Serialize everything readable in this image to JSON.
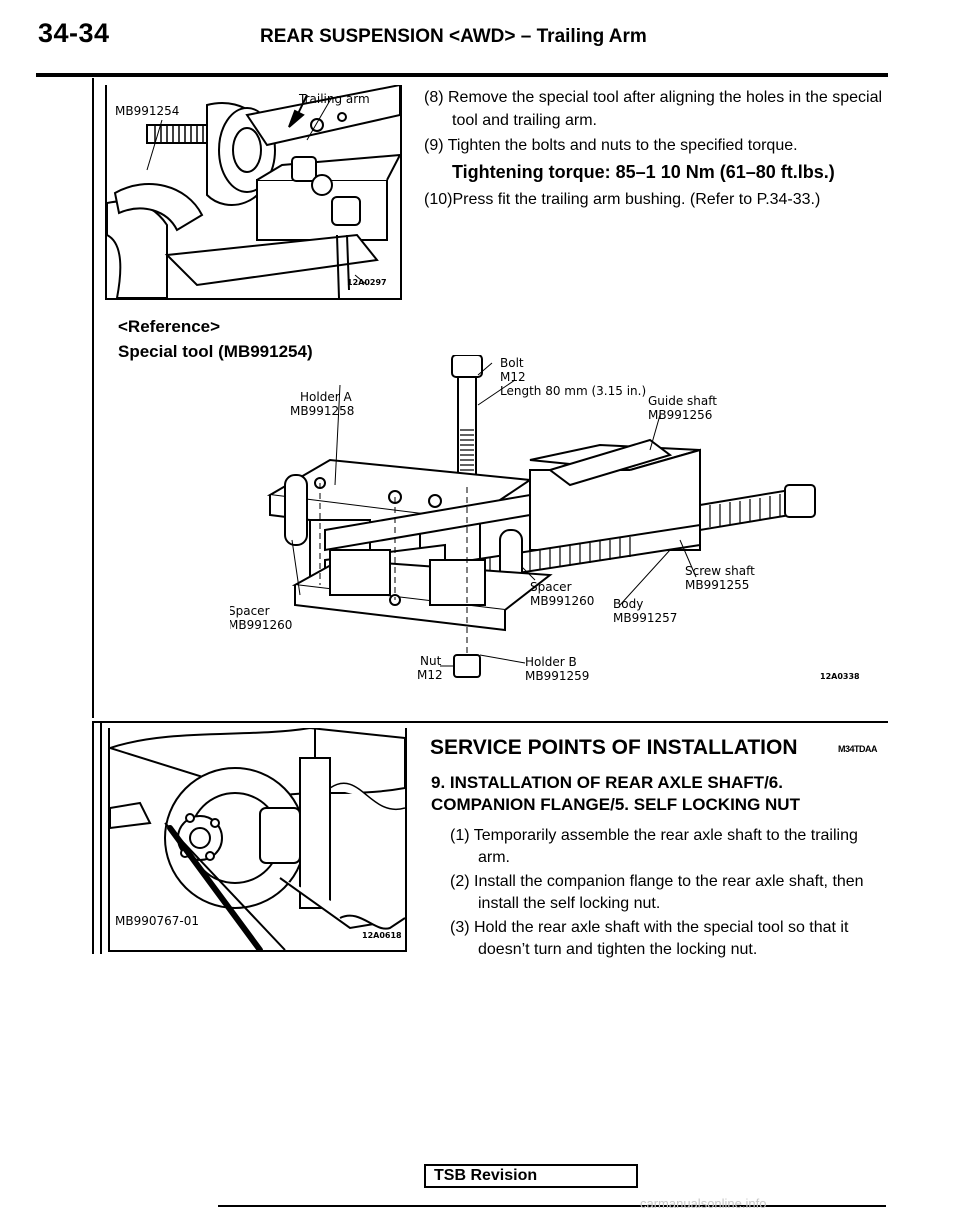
{
  "header": {
    "page_number": "34-34",
    "title": "REAR SUSPENSION <AWD> – Trailing Arm"
  },
  "figure1": {
    "label_tool": "MB991254",
    "label_arm": "Trailing arm",
    "code": "12A0297"
  },
  "steps": [
    {
      "text": "(8) Remove the special tool after aligning the holes in the special tool and trailing arm."
    },
    {
      "text": "(9) Tighten the bolts and nuts to the specified torque."
    },
    {
      "text": "(10)Press fit the trailing arm bushing. (Refer to P.34-33.)"
    }
  ],
  "torque": "Tightening torque: 85–1 10 Nm (61–80 ft.lbs.)",
  "reference": {
    "heading": "<Reference>",
    "special_tool": "Special tool (MB991254)"
  },
  "figure2": {
    "bolt": "Bolt",
    "bolt_size": "M12",
    "bolt_length": "Length 80 mm (3.15 in.)",
    "holder_a": "Holder A",
    "holder_a_pn": "MB991258",
    "guide_shaft": "Guide shaft",
    "guide_shaft_pn": "MB991256",
    "screw_shaft": "Screw shaft",
    "screw_shaft_pn": "MB991255",
    "spacer_right": "Spacer",
    "spacer_right_pn": "MB991260",
    "body": "Body",
    "body_pn": "MB991257",
    "spacer_left": "Spacer",
    "spacer_left_pn": "MB991260",
    "nut": "Nut",
    "nut_size": "M12",
    "holder_b": "Holder B",
    "holder_b_pn": "MB991259",
    "code": "12A0338"
  },
  "service": {
    "heading": "SERVICE POINTS OF INSTALLATION",
    "code": "M34TDAA",
    "item": "9. INSTALLATION OF REAR AXLE SHAFT/6. COMPANION FLANGE/5. SELF LOCKING NUT",
    "steps": [
      "(1) Temporarily assemble the rear axle shaft to the trailing arm.",
      "(2) Install the companion flange to the rear axle shaft, then install the self locking nut.",
      "(3) Hold the rear axle shaft with the special tool so that it doesn’t turn and tighten the locking nut."
    ]
  },
  "figure3": {
    "label_tool": "MB990767-01",
    "code": "12A0618"
  },
  "footer": {
    "tsb": "TSB Revision",
    "watermark": "carmanualsonline.info"
  }
}
